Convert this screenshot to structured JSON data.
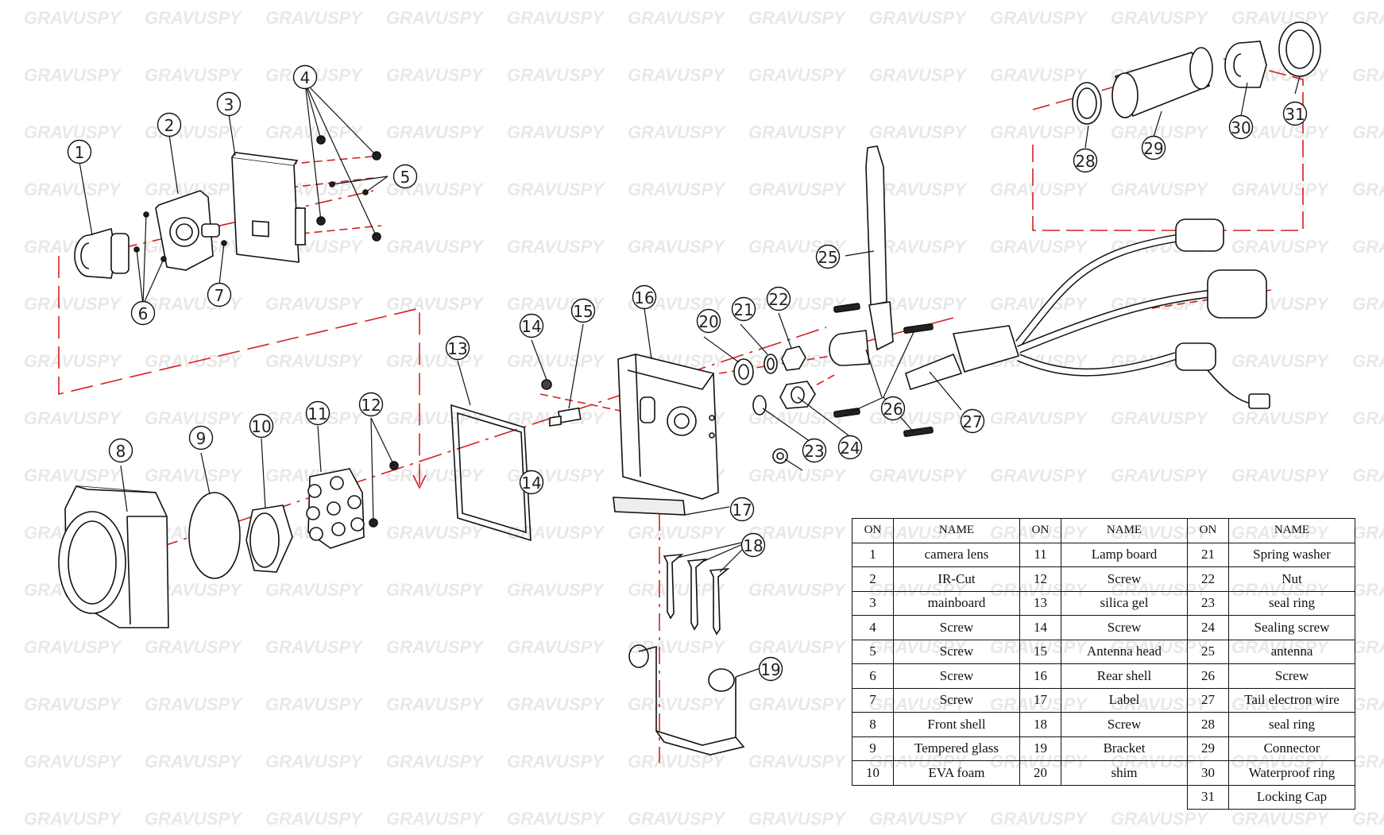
{
  "watermark": "GRAVUSPY",
  "callouts": [
    {
      "n": "1"
    },
    {
      "n": "2"
    },
    {
      "n": "3"
    },
    {
      "n": "4"
    },
    {
      "n": "5"
    },
    {
      "n": "6"
    },
    {
      "n": "7"
    },
    {
      "n": "8"
    },
    {
      "n": "9"
    },
    {
      "n": "10"
    },
    {
      "n": "11"
    },
    {
      "n": "12"
    },
    {
      "n": "13"
    },
    {
      "n": "14"
    },
    {
      "n": "14"
    },
    {
      "n": "15"
    },
    {
      "n": "16"
    },
    {
      "n": "17"
    },
    {
      "n": "18"
    },
    {
      "n": "19"
    },
    {
      "n": "20"
    },
    {
      "n": "21"
    },
    {
      "n": "22"
    },
    {
      "n": "23"
    },
    {
      "n": "24"
    },
    {
      "n": "25"
    },
    {
      "n": "26"
    },
    {
      "n": "27"
    },
    {
      "n": "28"
    },
    {
      "n": "29"
    },
    {
      "n": "30"
    },
    {
      "n": "31"
    }
  ],
  "table": {
    "header_on": "ON",
    "header_name": "NAME",
    "rows": [
      {
        "on1": "1",
        "name1": "camera lens",
        "on2": "11",
        "name2": "Lamp board",
        "on3": "21",
        "name3": "Spring washer"
      },
      {
        "on1": "2",
        "name1": "IR-Cut",
        "on2": "12",
        "name2": "Screw",
        "on3": "22",
        "name3": "Nut"
      },
      {
        "on1": "3",
        "name1": "mainboard",
        "on2": "13",
        "name2": "silica gel",
        "on3": "23",
        "name3": "seal ring"
      },
      {
        "on1": "4",
        "name1": "Screw",
        "on2": "14",
        "name2": "Screw",
        "on3": "24",
        "name3": "Sealing screw"
      },
      {
        "on1": "5",
        "name1": "Screw",
        "on2": "15",
        "name2": "Antenna head",
        "on3": "25",
        "name3": "antenna"
      },
      {
        "on1": "6",
        "name1": "Screw",
        "on2": "16",
        "name2": "Rear shell",
        "on3": "26",
        "name3": "Screw"
      },
      {
        "on1": "7",
        "name1": "Screw",
        "on2": "17",
        "name2": "Label",
        "on3": "27",
        "name3": "Tail electron wire"
      },
      {
        "on1": "8",
        "name1": "Front shell",
        "on2": "18",
        "name2": "Screw",
        "on3": "28",
        "name3": "seal ring"
      },
      {
        "on1": "9",
        "name1": "Tempered glass",
        "on2": "19",
        "name2": "Bracket",
        "on3": "29",
        "name3": "Connector"
      },
      {
        "on1": "10",
        "name1": "EVA foam",
        "on2": "20",
        "name2": "shim",
        "on3": "30",
        "name3": "Waterproof ring"
      }
    ],
    "last_row": {
      "on3": "31",
      "name3": "Locking Cap"
    }
  }
}
